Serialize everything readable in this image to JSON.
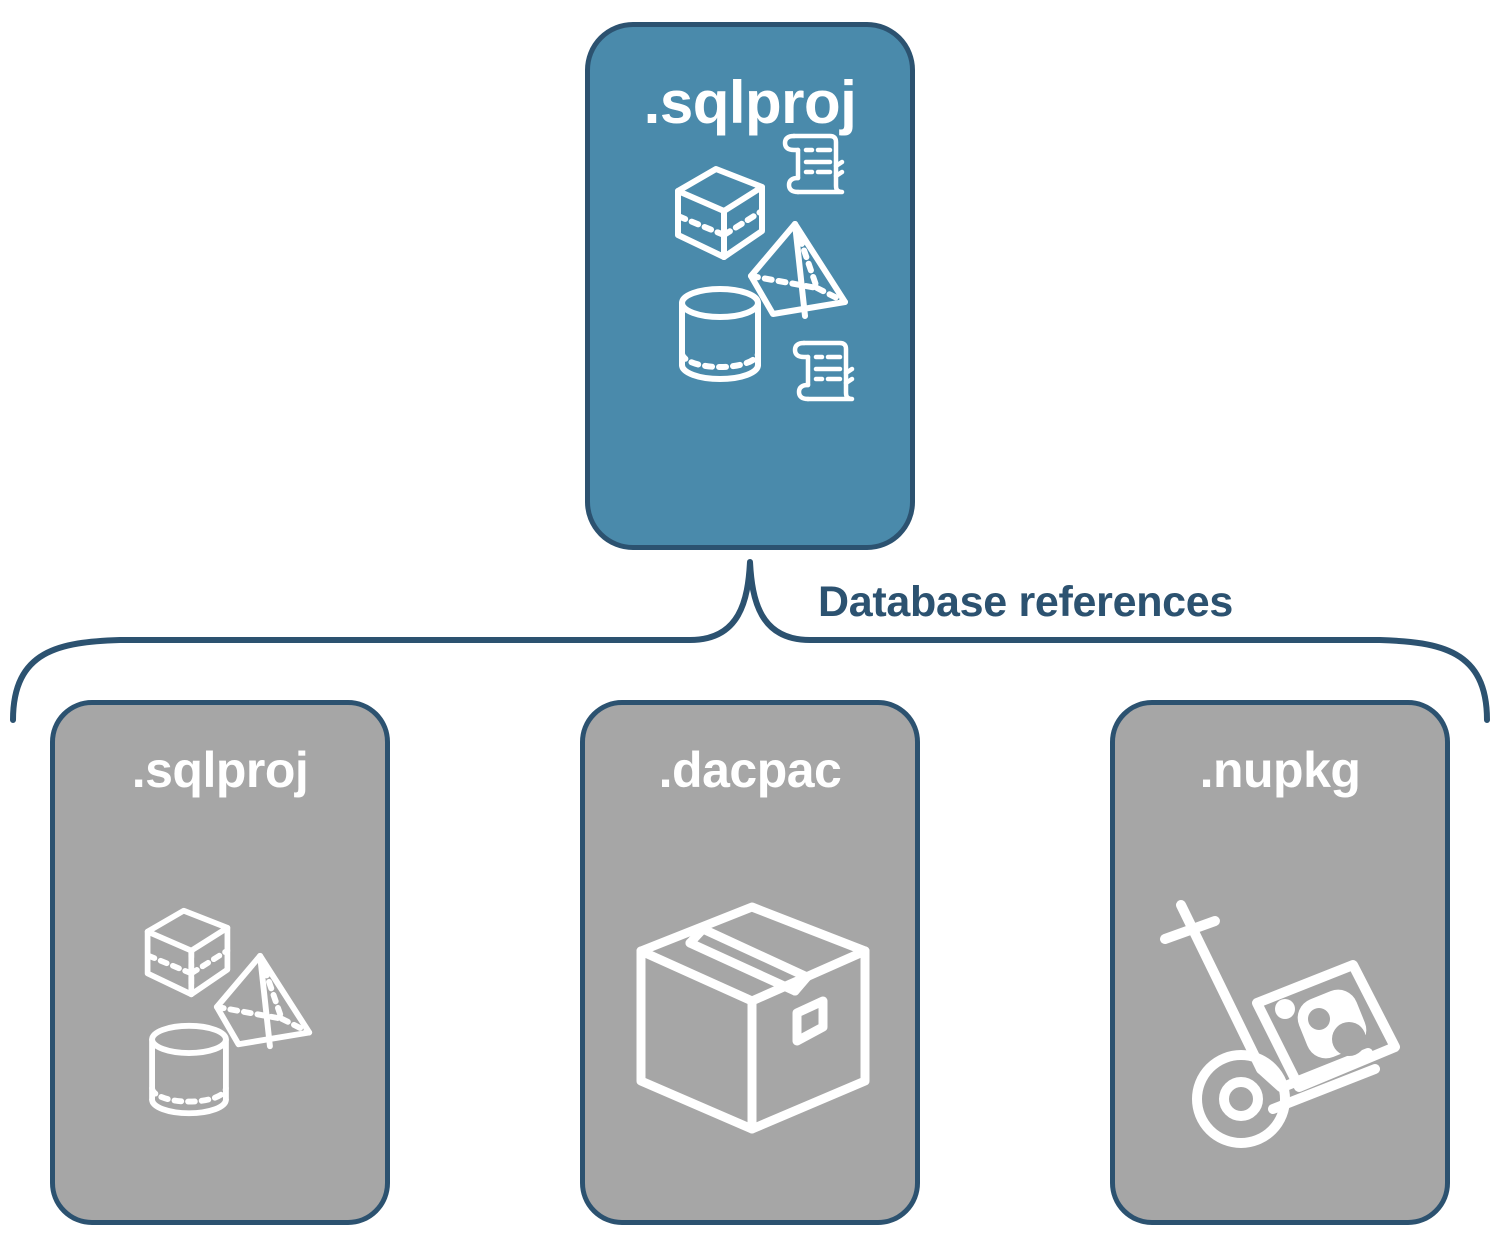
{
  "diagram": {
    "type": "hierarchy",
    "title": "",
    "colors": {
      "primary_card_fill": "#4A8AAB",
      "reference_card_fill": "#A6A6A6",
      "border": "#2C5270",
      "label_text": "#2C5270",
      "card_text": "#FFFFFF"
    },
    "root": {
      "label": ".sqlproj",
      "icons": [
        "cube-icon",
        "scroll-icon",
        "pyramid-icon",
        "cylinder-icon",
        "scroll-icon"
      ]
    },
    "connector": {
      "label": "Database references",
      "style": "curly-brace"
    },
    "children": [
      {
        "label": ".sqlproj",
        "icons": [
          "cube-icon",
          "pyramid-icon",
          "cylinder-icon"
        ]
      },
      {
        "label": ".dacpac",
        "icons": [
          "package-box-icon"
        ]
      },
      {
        "label": ".nupkg",
        "icons": [
          "hand-truck-icon"
        ]
      }
    ]
  }
}
